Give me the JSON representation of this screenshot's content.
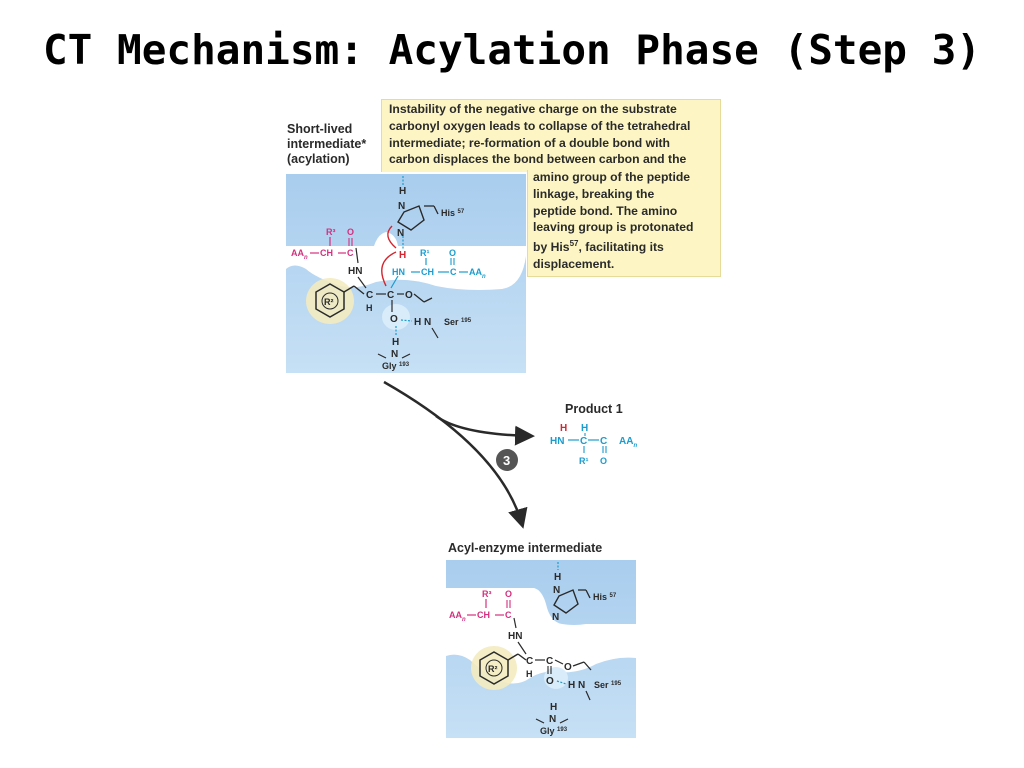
{
  "slide": {
    "title": "CT Mechanism: Acylation Phase (Step 3)"
  },
  "callout": {
    "lines_wide": [
      "Instability of the negative charge on the substrate",
      "carbonyl oxygen leads to collapse of the tetrahedral",
      "intermediate; re-formation of a double bond with",
      "carbon displaces the bond between carbon and the"
    ],
    "lines_narrow": [
      "amino group of the peptide",
      "linkage, breaking the",
      "peptide bond. The amino",
      "leaving group is protonated"
    ],
    "last_line_prefix": "by His",
    "last_line_sup": "57",
    "last_line_suffix": ", facilitating its",
    "final_line": "displacement."
  },
  "top_panel": {
    "label_lines": [
      "Short-lived",
      "intermediate*",
      "(acylation)"
    ],
    "his": "His",
    "his_num": "57",
    "ser": "Ser",
    "ser_num": "195",
    "gly": "Gly",
    "gly_num": "193",
    "r3": "R³",
    "r1": "R¹",
    "r2": "R²",
    "o": "O",
    "aa": "AA",
    "n_sub": "n",
    "ch": "CH",
    "c": "C",
    "hn": "HN",
    "h": "H",
    "n": "N"
  },
  "step": {
    "number": "3"
  },
  "product": {
    "label": "Product 1",
    "h": "H",
    "hn": "HN",
    "c": "C",
    "aa": "AA",
    "n_sub": "n",
    "r1": "R¹",
    "o": "O"
  },
  "bottom_panel": {
    "label": "Acyl-enzyme intermediate",
    "his": "His",
    "his_num": "57",
    "ser": "Ser",
    "ser_num": "195",
    "gly": "Gly",
    "gly_num": "193",
    "r3": "R³",
    "r2": "R²",
    "o": "O",
    "aa": "AA",
    "n_sub": "n",
    "ch": "CH",
    "c": "C",
    "hn": "HN",
    "h": "H",
    "n": "N"
  },
  "colors": {
    "magenta": "#d4307f",
    "cyan": "#1a9ccf",
    "red": "#d22630",
    "dark": "#2a2a2a",
    "panel_blue": "#bcdaf2",
    "callout_yellow": "#fdf6c4"
  }
}
